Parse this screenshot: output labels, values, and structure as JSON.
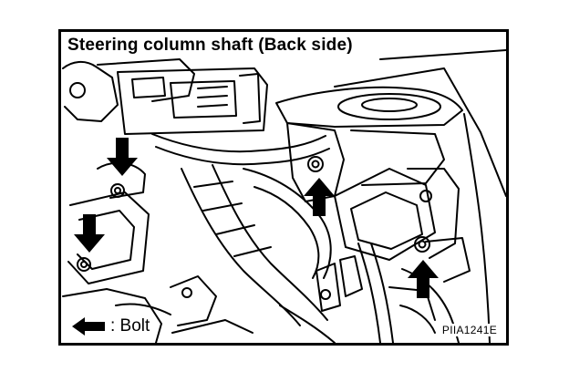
{
  "figure": {
    "title": "Steering column shaft (Back side)",
    "legend_label": ": Bolt",
    "figure_code": "PIIA1241E"
  },
  "legend_icon": "left-arrow-icon",
  "callouts": [
    {
      "name": "bolt-1",
      "arrow_direction": "down"
    },
    {
      "name": "bolt-2",
      "arrow_direction": "down"
    },
    {
      "name": "bolt-3",
      "arrow_direction": "up"
    },
    {
      "name": "bolt-4",
      "arrow_direction": "up"
    }
  ],
  "colors": {
    "line": "#000000",
    "background": "#ffffff"
  }
}
